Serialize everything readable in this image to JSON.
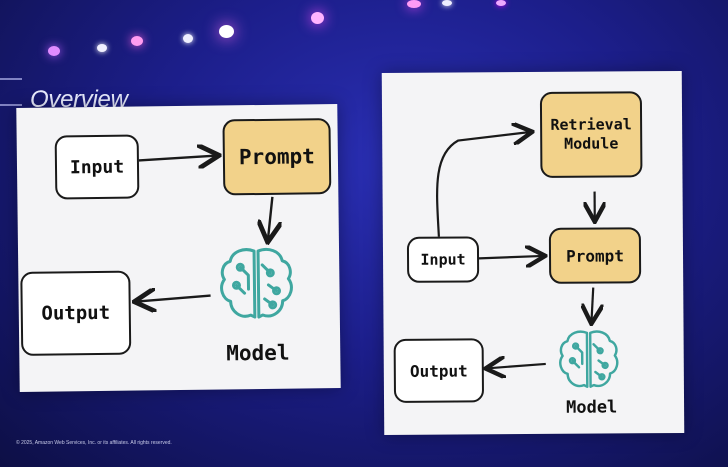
{
  "slide": {
    "title": "Overview",
    "footer": "© 2025, Amazon Web Services, Inc. or its affiliates. All rights reserved."
  },
  "left_diagram": {
    "input": "Input",
    "prompt": "Prompt",
    "model": "Model",
    "output": "Output"
  },
  "right_diagram": {
    "retrieval": "Retrieval Module",
    "input": "Input",
    "prompt": "Prompt",
    "model": "Model",
    "output": "Output"
  },
  "colors": {
    "highlight": "#f2d28a",
    "brain": "#3fa7a0",
    "background": "#1f2290"
  }
}
